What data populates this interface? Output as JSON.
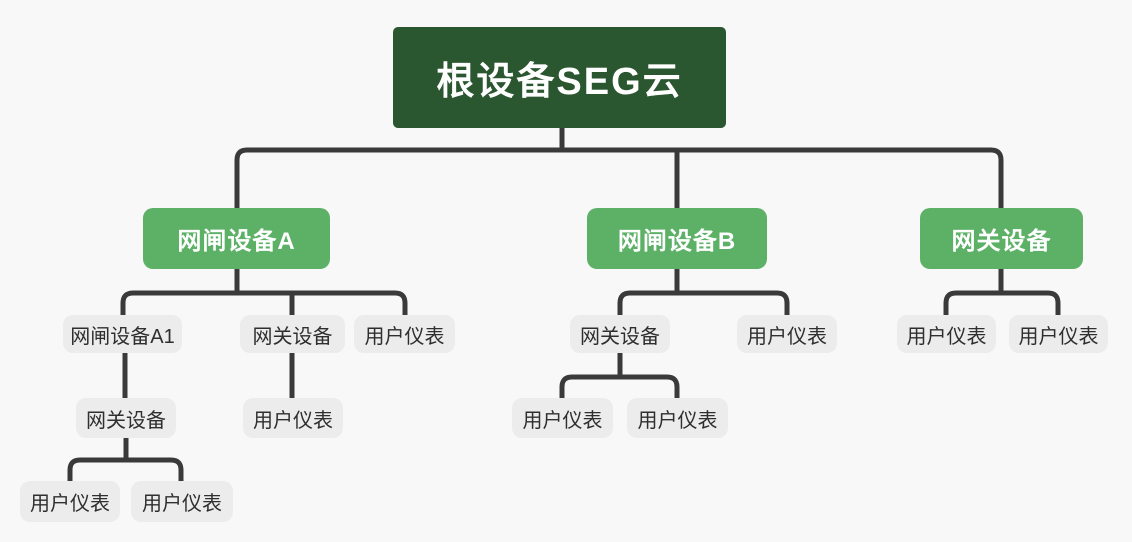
{
  "diagram": {
    "title": "根设备SEG云",
    "colors": {
      "background": "#f8f8f8",
      "root_fill": "#2a5630",
      "branch_fill": "#5cb167",
      "leaf_fill": "#ececec",
      "leaf_text": "#2f2f2f",
      "node_text": "#ffffff",
      "connector": "#3a3a3a"
    },
    "nodes": [
      {
        "id": "root",
        "label": "根设备SEG云",
        "level": "root",
        "parent": null
      },
      {
        "id": "branch-a",
        "label": "网闸设备A",
        "level": "branch",
        "parent": "root"
      },
      {
        "id": "branch-b",
        "label": "网闸设备B",
        "level": "branch",
        "parent": "root"
      },
      {
        "id": "branch-c",
        "label": "网关设备",
        "level": "branch",
        "parent": "root"
      },
      {
        "id": "a1",
        "label": "网闸设备A1",
        "level": "leaf",
        "parent": "branch-a"
      },
      {
        "id": "a-gateway",
        "label": "网关设备",
        "level": "leaf",
        "parent": "branch-a"
      },
      {
        "id": "a-meter",
        "label": "用户仪表",
        "level": "leaf",
        "parent": "branch-a"
      },
      {
        "id": "b-gateway",
        "label": "网关设备",
        "level": "leaf",
        "parent": "branch-b"
      },
      {
        "id": "b-meter",
        "label": "用户仪表",
        "level": "leaf",
        "parent": "branch-b"
      },
      {
        "id": "c-meter-1",
        "label": "用户仪表",
        "level": "leaf",
        "parent": "branch-c"
      },
      {
        "id": "c-meter-2",
        "label": "用户仪表",
        "level": "leaf",
        "parent": "branch-c"
      },
      {
        "id": "a1-gateway",
        "label": "网关设备",
        "level": "leaf",
        "parent": "a1"
      },
      {
        "id": "a-gateway-meter",
        "label": "用户仪表",
        "level": "leaf",
        "parent": "a-gateway"
      },
      {
        "id": "b-gw-meter-1",
        "label": "用户仪表",
        "level": "leaf",
        "parent": "b-gateway"
      },
      {
        "id": "b-gw-meter-2",
        "label": "用户仪表",
        "level": "leaf",
        "parent": "b-gateway"
      },
      {
        "id": "a1-gw-meter-1",
        "label": "用户仪表",
        "level": "leaf",
        "parent": "a1-gateway"
      },
      {
        "id": "a1-gw-meter-2",
        "label": "用户仪表",
        "level": "leaf",
        "parent": "a1-gateway"
      }
    ]
  }
}
